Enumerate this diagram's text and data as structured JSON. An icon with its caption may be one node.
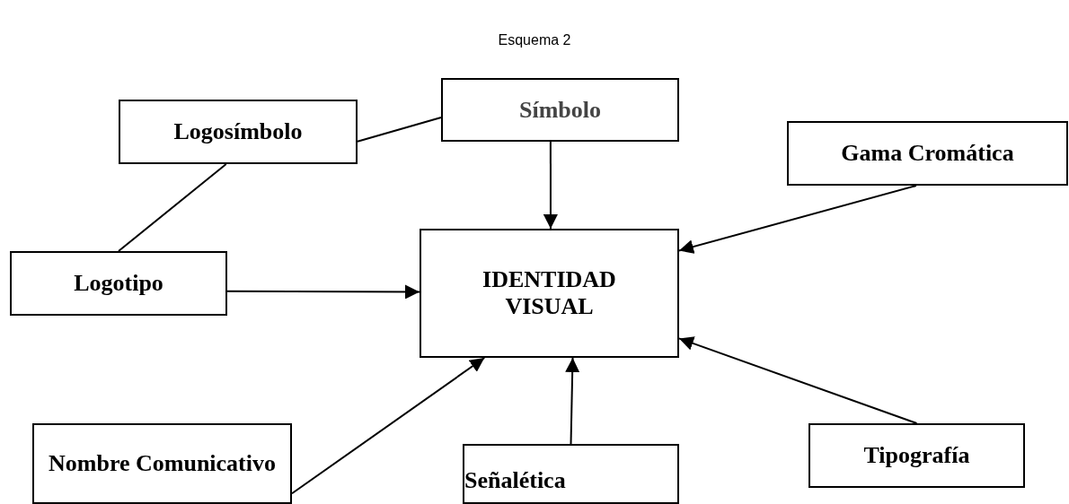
{
  "diagram": {
    "title": "Esquema 2",
    "nodes": [
      {
        "text": [
          "Símbolo"
        ]
      },
      {
        "text": [
          "Logosímbolo"
        ]
      },
      {
        "text": [
          "Gama Cromática"
        ]
      },
      {
        "text": [
          "Logotipo"
        ]
      },
      {
        "text": [
          "IDENTIDAD VISUAL"
        ]
      },
      {
        "text": [
          "Nombre Comunicativo"
        ]
      },
      {
        "text": [
          "Señalética"
        ]
      },
      {
        "text": [
          "Tipografía"
        ]
      }
    ],
    "edges": [
      {
        "from": 1,
        "to": 0,
        "arrow": "none"
      },
      {
        "from": 1,
        "to": 3,
        "arrow": "none"
      },
      {
        "from": 0,
        "to": 4,
        "arrow": "to"
      },
      {
        "from": 2,
        "to": 4,
        "arrow": "to"
      },
      {
        "from": 3,
        "to": 4,
        "arrow": "to"
      },
      {
        "from": 5,
        "to": 4,
        "arrow": "to"
      },
      {
        "from": 6,
        "to": 4,
        "arrow": "to"
      },
      {
        "from": 7,
        "to": 4,
        "arrow": "to"
      }
    ]
  }
}
